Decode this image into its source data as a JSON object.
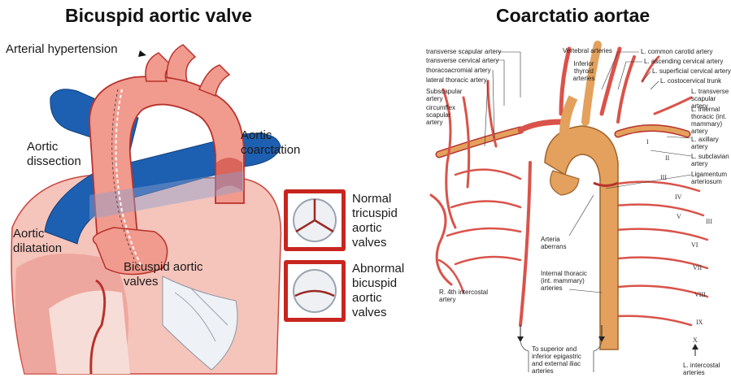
{
  "left_panel": {
    "title": "Bicuspid aortic valve",
    "labels": {
      "arterial_hypertension": "Arterial hypertension",
      "aortic_dissection": "Aortic dissection",
      "aortic_coarctation": "Aortic coarctation",
      "aortic_dilatation": "Aortic dilatation",
      "bicuspid_aortic_valves": "Bicuspid aortic valves"
    },
    "valves": {
      "normal": "Normal tricuspid aortic valves",
      "abnormal": "Abnormal bicuspid aortic valves"
    }
  },
  "right_panel": {
    "title": "Coarctatio aortae",
    "labels_left": [
      "transverse scapular artery",
      "transverse cervical artery",
      "thoracoacromial artery",
      "lateral thoracic artery",
      "Subscapular artery",
      "circumflex scapular artery"
    ],
    "labels_top": [
      "Vertebral arteries",
      "Inferior thyroid arteries"
    ],
    "labels_right": [
      "L. common carotid artery",
      "L. ascending cervical artery",
      "L. superficial cervical artery",
      "L. costocervical trunk",
      "L. transverse scapular artery",
      "L. internal thoracic (int. mammary) artery",
      "L. axillary artery",
      "L. subclavian artery",
      "Ligamentum arteriosum"
    ],
    "labels_center": {
      "arteria_aberrans": "Arteria aberrans",
      "internal_thoracic": "Internal thoracic (int. mammary) arteries",
      "r_4th_intercostal": "R. 4th intercostal artery",
      "to_superior": "To superior and inferior epigastric and external iliac arteries",
      "l_intercostal": "L. intercostal arteries"
    },
    "ribs": [
      "I",
      "II",
      "III",
      "IV",
      "V",
      "III",
      "VI",
      "VII",
      "VIII",
      "IX",
      "X"
    ]
  },
  "colors": {
    "artery_red": "#d9534a",
    "artery_dark": "#b8322c",
    "aorta_tan": "#e3a15d",
    "vein_blue": "#1d5fb0",
    "heart_pink": "#f2b7ae"
  }
}
